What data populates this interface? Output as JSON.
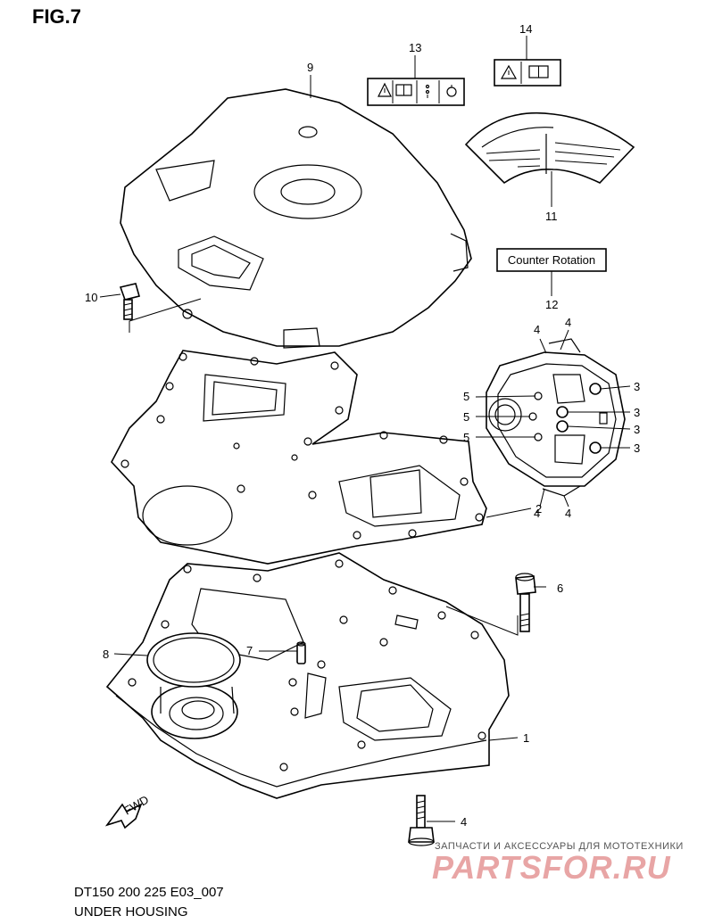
{
  "figure": {
    "title": "FIG.7"
  },
  "callouts": {
    "c1": "1",
    "c2": "2",
    "c3a": "3",
    "c3b": "3",
    "c3c": "3",
    "c3d": "3",
    "c4a": "4",
    "c4b": "4",
    "c4c": "4",
    "c4d": "4",
    "c4e": "4",
    "c5a": "5",
    "c5b": "5",
    "c5c": "5",
    "c6": "6",
    "c7": "7",
    "c8": "8",
    "c9": "9",
    "c10": "10",
    "c11": "11",
    "c12": "12",
    "c13": "13",
    "c14": "14"
  },
  "labels": {
    "counter_rotation": "Counter Rotation",
    "fwd_arrow": "FWD"
  },
  "footer": {
    "model": "DT150 200 225 E03_007",
    "section": "UNDER HOUSING"
  },
  "watermark": {
    "tagline": "ЗАПЧАСТИ И АКСЕССУАРЫ ДЛЯ МОТОТЕХНИКИ",
    "logo_text": "PARTSFOR.RU",
    "logo_color": "#e8a5a5"
  },
  "icons": [
    "warning-icon",
    "manual-icon",
    "fuel-mix-icon",
    "drop-icon"
  ]
}
